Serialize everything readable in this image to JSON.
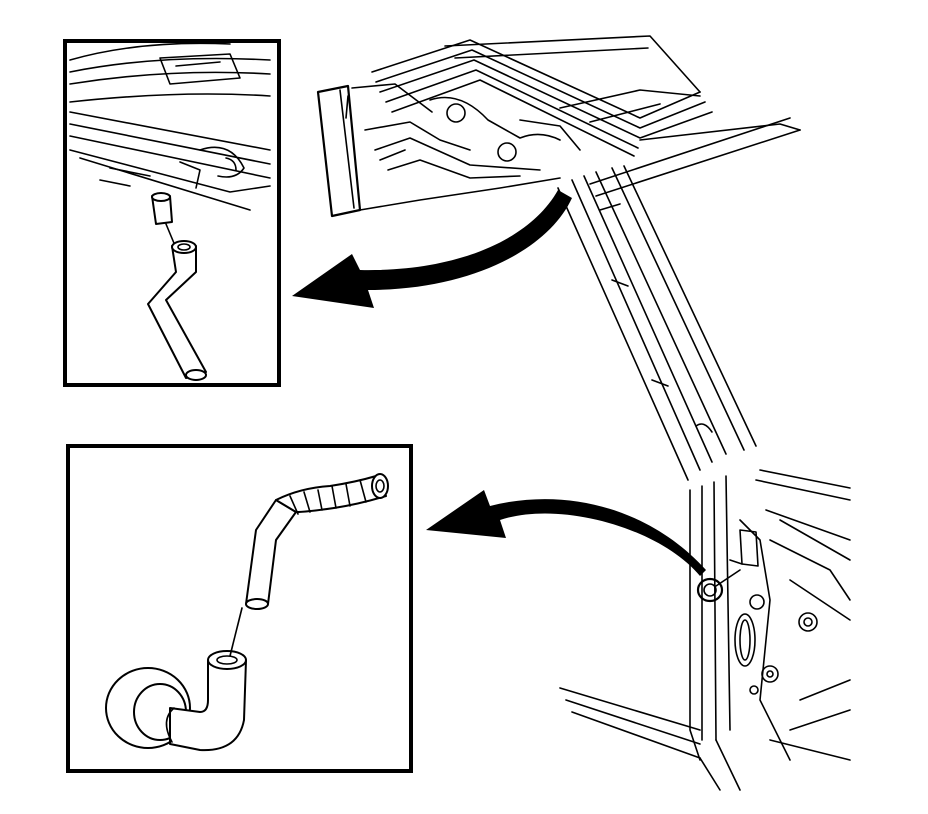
{
  "colors": {
    "background": "#ffffff",
    "ink": "#000000"
  },
  "figure": {
    "main_view": "vehicle-body-pillar",
    "callouts": [
      {
        "id": "upper-detail",
        "shows": "drain-hose-upper-connection"
      },
      {
        "id": "lower-detail",
        "shows": "drain-hose-grommet-lower-end"
      }
    ]
  }
}
